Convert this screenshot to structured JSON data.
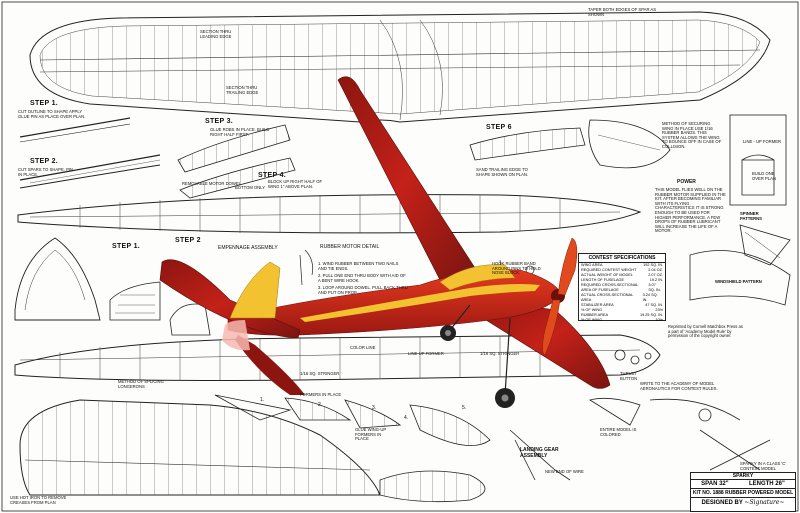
{
  "steps": {
    "step1_top": "STEP 1.",
    "step2_top": "STEP 2.",
    "step3": "STEP 3.",
    "step4": "STEP 4.",
    "step6": "STEP 6",
    "step1_mid": "STEP 1.",
    "step2_mid": "STEP 2"
  },
  "notes": {
    "note_cut_outline": "CUT OUTLINE TO SHAPE APPLY GLUE PIN AS PLACE OVER PLAN.",
    "note_cut_spars": "CUT SPARS TO SHAPE. PIN IN PLACE.",
    "note_glue_ribs": "GLUE ROBS IN PLACE. BUILD RIGHT HALF FIRST.",
    "note_block_right": "BLOCK UP RIGHT HALF OF WING 1\" ABOVE PLAN.",
    "note_remove_dowel": "REMOVABLE MOTOR DOWEL",
    "note_bottom_only": "BOTTOM ONLY",
    "note_sand_trailing": "SAND TRAILING EDGE TO SHAPE SHOWN ON PLAN.",
    "note_empennage": "EMPENNAGE ASSEMBLY",
    "note_rubber_motor": "RUBBER MOTOR DETAIL",
    "note_wind": "1. WIND RUBBER BETWEEN TWO NAILS AND TIE ENDS.",
    "note_pull": "2. PULL ONE END THRU BODY WITH AID OF A BENT WIRE HOOK.",
    "note_loop": "3. LOOP AROUND DOWEL. PULL BACK THRU AND PUT ON PROP.",
    "note_hook": "HOOK RUBBER BAND AROUND PINS TO HOLD NOSE BLOCK.",
    "note_securing": "METHOD OF SECURING WING IN PLACE USE 1/16 RUBBER BANDS. THIS SYSTEM ALLOWS THE WING TO BOUNCE OFF IN CASE OF COLLISION.",
    "note_line_up": "LINE - UP FORMER",
    "note_build_one": "BUILD ONE OVER PLAN",
    "note_power": "POWER",
    "note_power_body": "THIS MODEL FLIES WELL ON THE RUBBER MOTOR SUPPLIED IN THE KIT. AFTER BECOMING FAMILIAR WITH ITS FLYING CHARACTERISTICS IT IS STRONG ENOUGH TO BE USED FOR HIGHER PERFORMANCE. A FEW DROPS OF RUBBER LUBRICANT WILL INCREASE THE LIFE OF A MOTOR.",
    "note_spinner": "SPINNER PATTERNS",
    "note_windshield": "WINDSHIELD PATTERN",
    "note_reprinted": "Reprinted by Cornell Matchbox Press as a part of 'Academy Model Rule' by permission of the copyright owner.",
    "note_color_line": "COLOR LINE",
    "note_stringer": "1/16 SQ. STRINGER",
    "note_line_up2": "LINE-UP FORMER",
    "note_splicing": "METHOD OF SPLICING LONGERONS",
    "note_formers_place": "FORMERS IN PLACE",
    "note_landing_gear": "LANDING GEAR ASSEMBLY",
    "note_thrust": "THRUST BUTTON",
    "note_section_leading": "SECTION THRU LEADING EDGE",
    "note_section_trailing": "SECTION THRU TRAILING EDGE",
    "note_taper": "TAPER BOTH EDGES OF SPAR AS SHOWN",
    "note_write": "WRITE TO THE ACADEMY OF MODEL AERONAUTICS FOR CONTEST RULES.",
    "note_sparky_class": "SPARKY IN A CLASS 'C' CONTEST MODEL",
    "note_entire": "ENTIRE MODEL IS COLORED",
    "note_new_end": "NEW END OF WIRE",
    "note_stringer_half": "1/16 SQ. STRINGER",
    "note_glue_wing": "GLUE WING-UP FORMERS IN PLACE",
    "note_use_hot_iron": "USE HOT IRON TO REMOVE CREASES FROM PLAN",
    "note_num1": "1.",
    "note_num2": "2.",
    "note_num3": "3.",
    "note_num4": "4.",
    "note_num5": "5."
  },
  "contest": {
    "title": "CONTEST SPECIFICATIONS",
    "rows": [
      {
        "label": "WING AREA",
        "value": "192 SQ. IN."
      },
      {
        "label": "REQUIRED CONTEST WEIGHT",
        "value": "2.04 OZ."
      },
      {
        "label": "ACTUAL WEIGHT OF MODEL",
        "value": "2.07 OZ."
      },
      {
        "label": "LENGTH OF FUSELAGE",
        "value": "19.2 IN."
      },
      {
        "label": "REQUIRED CROSS-SECTIONAL AREA OF FUSELAGE",
        "value": "3.07 SQ. IN."
      },
      {
        "label": "ACTUAL CROSS-SECTIONAL AREA",
        "value": "3.24 SQ. IN."
      },
      {
        "label": "STABILIZER AREA",
        "value": "47 SQ. IN."
      },
      {
        "label": "% OF WING",
        "value": "23%"
      },
      {
        "label": "RUBBER AREA",
        "value": "19.25 SQ. IN."
      },
      {
        "label": "% OF WING",
        "value": "10%"
      }
    ]
  },
  "title_block": {
    "name": "SPARKY",
    "span": "SPAN 32\"",
    "length": "LENGTH 26\"",
    "kit": "KIT NO. 1888 RUBBER POWERED MODEL",
    "designed": "DESIGNED BY"
  },
  "colors": {
    "plane_red": "#c8201a",
    "plane_dark": "#7a1410",
    "plane_yellow": "#f2c230",
    "ink": "#1a1a1a",
    "paper": "#fdfdfb"
  }
}
